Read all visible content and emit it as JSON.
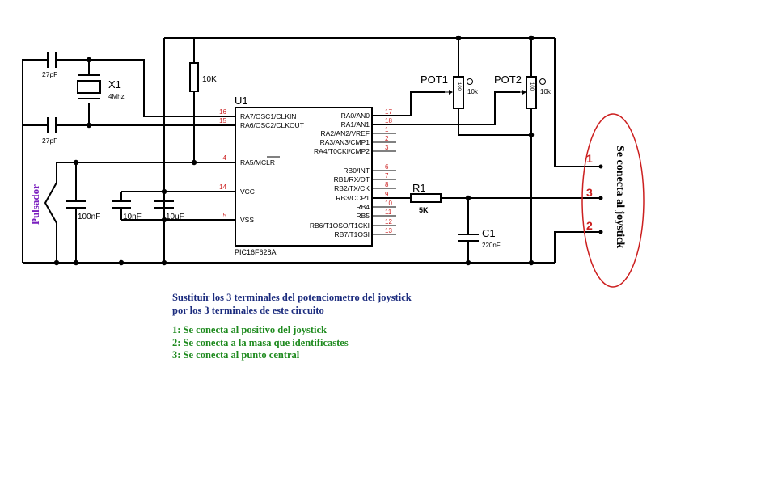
{
  "chip": {
    "ref": "U1",
    "part": "PIC16F628A",
    "left_pins": [
      {
        "num": "16",
        "name": "RA7/OSC1/CLKIN"
      },
      {
        "num": "15",
        "name": "RA6/OSC2/CLKOUT"
      },
      {
        "num": "4",
        "name": "RA5/MCLR"
      },
      {
        "num": "14",
        "name": "VCC"
      },
      {
        "num": "5",
        "name": "VSS"
      }
    ],
    "right_pins": [
      {
        "num": "17",
        "name": "RA0/AN0"
      },
      {
        "num": "18",
        "name": "RA1/AN1"
      },
      {
        "num": "1",
        "name": "RA2/AN2/VREF"
      },
      {
        "num": "2",
        "name": "RA3/AN3/CMP1"
      },
      {
        "num": "3",
        "name": "RA4/T0CKI/CMP2"
      },
      {
        "num": "6",
        "name": "RB0/INT"
      },
      {
        "num": "7",
        "name": "RB1/RX/DT"
      },
      {
        "num": "8",
        "name": "RB2/TX/CK"
      },
      {
        "num": "9",
        "name": "RB3/CCP1"
      },
      {
        "num": "10",
        "name": "RB4"
      },
      {
        "num": "11",
        "name": "RB5"
      },
      {
        "num": "12",
        "name": "RB6/T1OSO/T1CKI"
      },
      {
        "num": "13",
        "name": "RB7/T1OSI"
      }
    ]
  },
  "components": {
    "cap_top": "27pF",
    "cap_bottom": "27pF",
    "crystal_ref": "X1",
    "crystal_value": "4Mhz",
    "resistor_pullup": "10K",
    "pushbutton": "Pulsador",
    "cap_100n": "100nF",
    "cap_10n": "10nF",
    "cap_10u": "10uF",
    "pot1_ref": "POT1",
    "pot1_value": "10k",
    "pot2_ref": "POT2",
    "pot2_value": "10k",
    "r1_ref": "R1",
    "r1_value": "5K",
    "c1_ref": "C1",
    "c1_value": "220nF",
    "pot_body": "100"
  },
  "connector": {
    "label": "Se conecta al joystick",
    "pins": [
      "1",
      "3",
      "2"
    ]
  },
  "notes": {
    "line1": "Sustituir los 3 terminales del potenciometro del joystick",
    "line2": "por los 3 terminales de este circuito",
    "item1": "1: Se conecta al positivo del joystick",
    "item2": "2: Se conecta a la masa que identificastes",
    "item3": "3: Se conecta al punto central"
  },
  "colors": {
    "pin_numbers": "#cc1f1f",
    "pushbutton_label": "#7a1fbf",
    "note_blue": "#1c2c7e",
    "note_green": "#1e8a1e",
    "ellipse": "#cc1f1f"
  }
}
